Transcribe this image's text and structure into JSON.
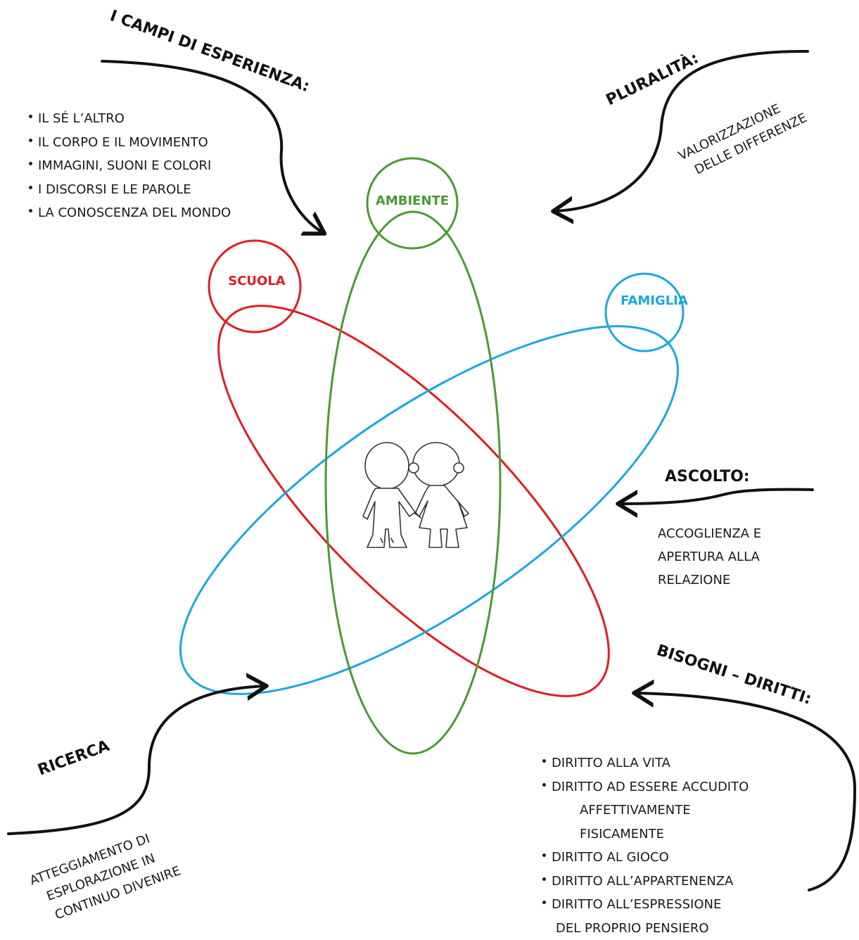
{
  "colors": {
    "scuola": "#e31b23",
    "ambiente": "#4a9a33",
    "famiglia": "#1aa7e0",
    "ink": "#111111"
  },
  "nodes": {
    "ambiente": "AMBIENTE",
    "scuola": "SCUOLA",
    "famiglia": "FAMIGLIA"
  },
  "center": {
    "icon": "children-holding-hands-icon"
  },
  "campi": {
    "title": "I CAMPI DI ESPERIENZA:",
    "items": [
      "IL SÉ L’ALTRO",
      "IL CORPO E IL MOVIMENTO",
      "IMMAGINI, SUONI E COLORI",
      "I DISCORSI E LE PAROLE",
      "LA CONOSCENZA DEL MONDO"
    ]
  },
  "pluralita": {
    "title": "PLURALITÀ:",
    "lines": [
      "VALORIZZAZIONE",
      "DELLE DIFFERENZE"
    ]
  },
  "ascolto": {
    "title": "ASCOLTO:",
    "lines": [
      "ACCOGLIENZA E",
      "APERTURA ALLA",
      "RELAZIONE"
    ]
  },
  "bisogni": {
    "title": "BISOGNI – DIRITTI:",
    "items": [
      "DIRITTO ALLA VITA",
      "DIRITTO AD ESSERE ACCUDITO",
      "AFFETTIVAMENTE",
      "FISICAMENTE",
      "DIRITTO AL GIOCO",
      "DIRITTO ALL’APPARTENENZA",
      "DIRITTO ALL’ESPRESSIONE",
      "DEL PROPRIO PENSIERO"
    ]
  },
  "ricerca": {
    "title": "RICERCA",
    "lines": [
      "ATTEGGIAMENTO DI",
      "ESPLORAZIONE IN",
      "CONTINUO DIVENIRE"
    ]
  }
}
